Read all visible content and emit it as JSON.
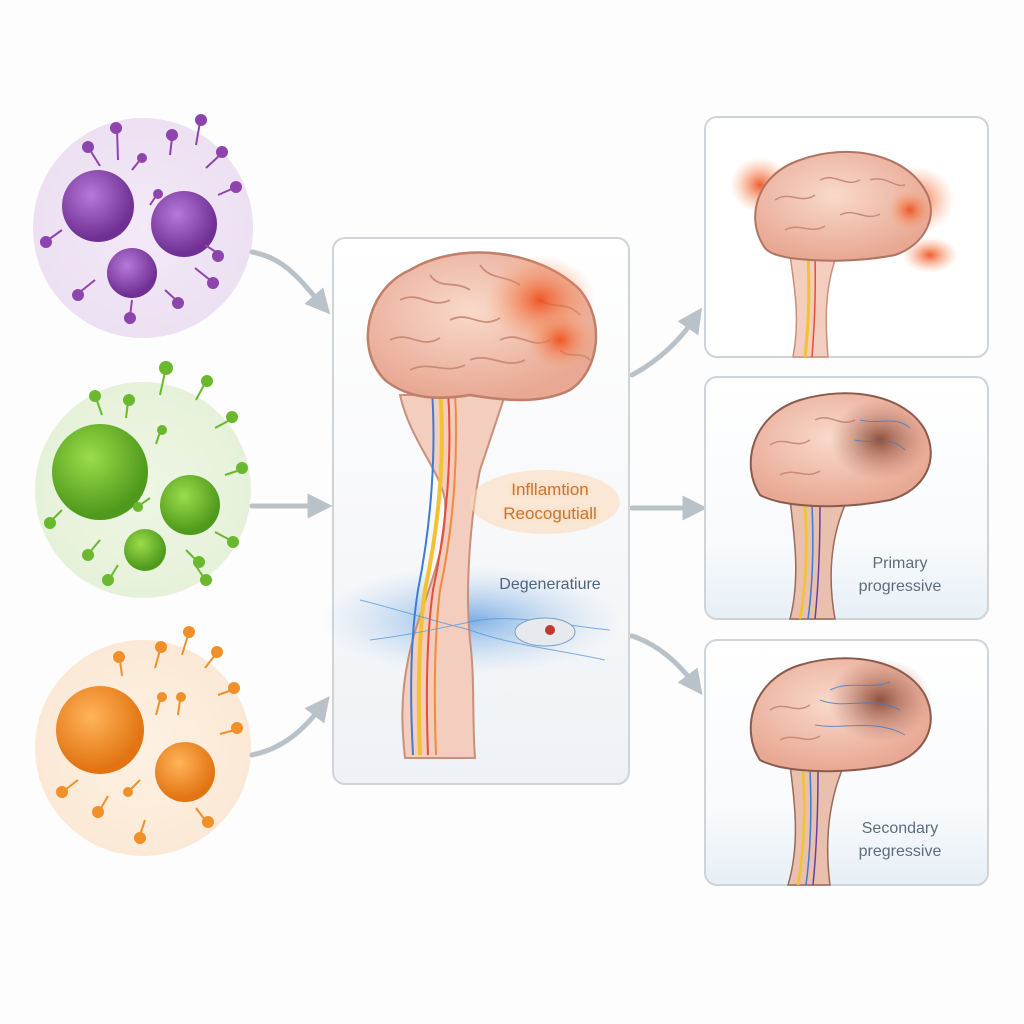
{
  "center_panel": {
    "label_top": "Infllamtion",
    "label_mid": "Reocogutiall",
    "label_degenerative": "Degeneratiure"
  },
  "right_panels": {
    "primary_line1": "Primary",
    "primary_line2": "progressive",
    "secondary_line1": "Secondary",
    "secondary_line2": "pregressive"
  },
  "colors": {
    "virus_purple": "#8e44ad",
    "virus_green": "#6ab82e",
    "virus_orange": "#f0902a",
    "arrow": "#b9c2c8",
    "brain": "#f2c2b0",
    "inflammation": "#f26522",
    "degeneration": "#4a90d9"
  },
  "icons": [
    "virus-purple-icon",
    "virus-green-icon",
    "virus-orange-icon",
    "brain-spinal-cord-icon",
    "arrow-icon"
  ]
}
